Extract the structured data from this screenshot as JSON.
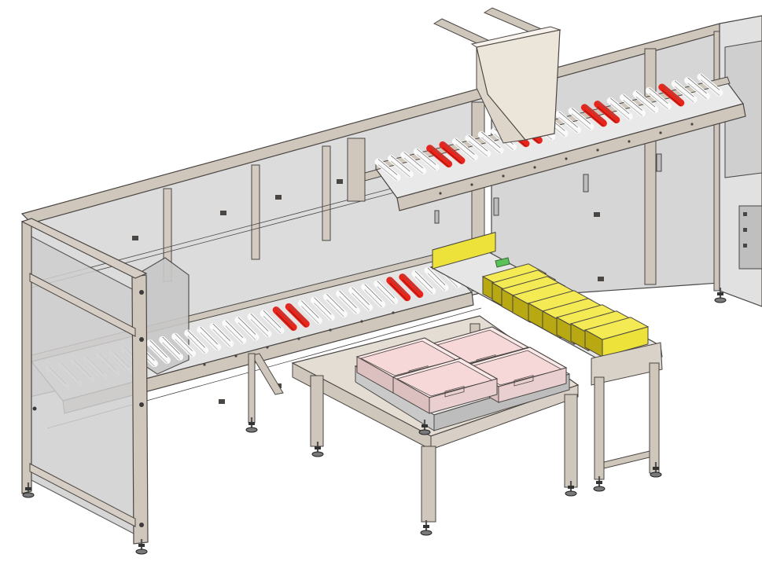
{
  "colors": {
    "frame": "#c9c0b6",
    "frame_dark": "#a69c92",
    "frame_light": "#ddd6cd",
    "panel_glass": "#d9d9d9",
    "panel_glass_light": "#e8e8e8",
    "roller": "#f3f3f3",
    "roller_accent": "#e8241b",
    "box_yellow": "#ece23a",
    "box_yellow_dark": "#b8a812",
    "tote_pink": "#f6d8d8",
    "chute": "#ebe4d9",
    "foot": "#7a7a7a",
    "outline": "#4a4643",
    "green_tab": "#5cc15a"
  },
  "icons": {
    "leveling_foot": "leveling-foot-icon",
    "bolt": "bolt-icon",
    "sensor": "sensor-icon"
  },
  "components": {
    "upper_conveyor": {
      "accent_rollers": 4
    },
    "lower_conveyor": {
      "accent_rollers": 2
    },
    "yellow_boxes": {
      "count": 10
    },
    "tote_bins": {
      "count": 4
    },
    "leveling_feet": {
      "count": 10
    }
  }
}
